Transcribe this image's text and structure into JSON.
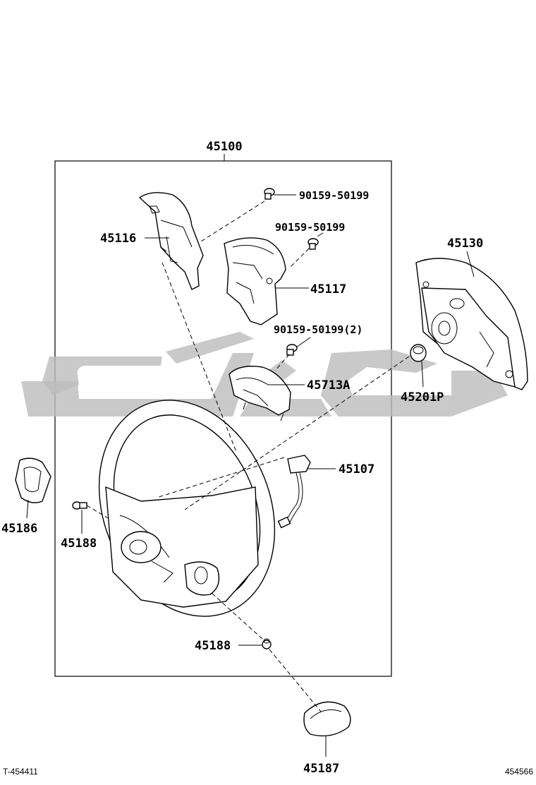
{
  "diagram": {
    "assembly_label": "45100",
    "parts": {
      "p45116": "45116",
      "bolt_upper": "90159-50199",
      "bolt_mid": "90159-50199",
      "p45117": "45117",
      "p45130": "45130",
      "bolt_lower": "90159-50199(2)",
      "p45713a": "45713A",
      "p45201p": "45201P",
      "p45107": "45107",
      "p45186": "45186",
      "p45188_left": "45188",
      "p45188_bottom": "45188",
      "p45187": "45187"
    },
    "footer": {
      "left_code": "T-454411",
      "right_code": "454566"
    },
    "watermark": {
      "description": "Arabic-style logotype watermark",
      "color": "#bdbdbd"
    },
    "line_color": "#000000",
    "background": "#ffffff"
  }
}
